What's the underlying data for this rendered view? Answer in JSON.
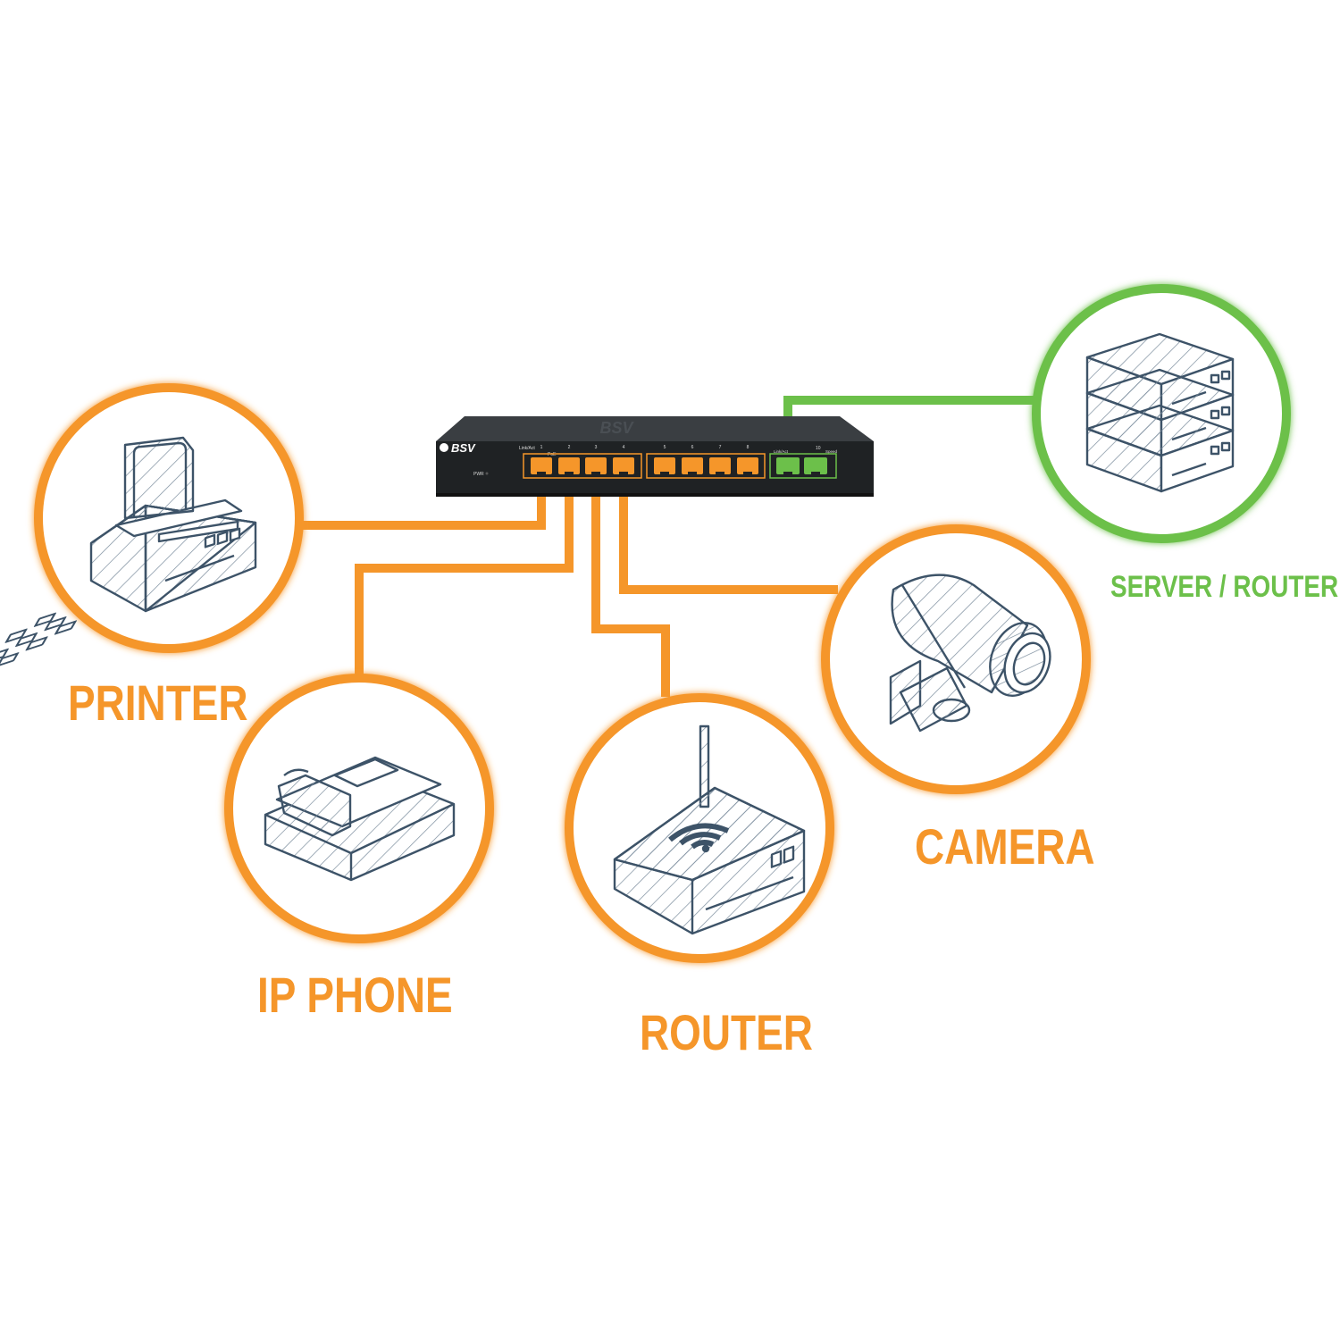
{
  "colors": {
    "orange": "#F5962A",
    "green": "#6CC04A",
    "outline": "#3D5368",
    "hatch": "#7A8C9C",
    "switch_body": "#2D3033",
    "switch_face": "#1F2224"
  },
  "switch": {
    "brand": "BSV",
    "port_numbers": [
      "1",
      "2",
      "3",
      "4",
      "5",
      "6",
      "7",
      "8"
    ],
    "label_link": "Link/Act",
    "label_poe": "PoE",
    "label_pwr": "PWR",
    "label_uplink": "Link/Act",
    "label_speed": "Speed",
    "label_10": "10"
  },
  "devices": {
    "printer": {
      "label": "PRINTER",
      "icon": "printer-icon"
    },
    "ip_phone": {
      "label": "IP PHONE",
      "icon": "phone-icon"
    },
    "router": {
      "label": "ROUTER",
      "icon": "router-icon"
    },
    "camera": {
      "label": "CAMERA",
      "icon": "camera-icon"
    },
    "server": {
      "label": "SERVER / ROUTER",
      "icon": "server-icon"
    }
  }
}
